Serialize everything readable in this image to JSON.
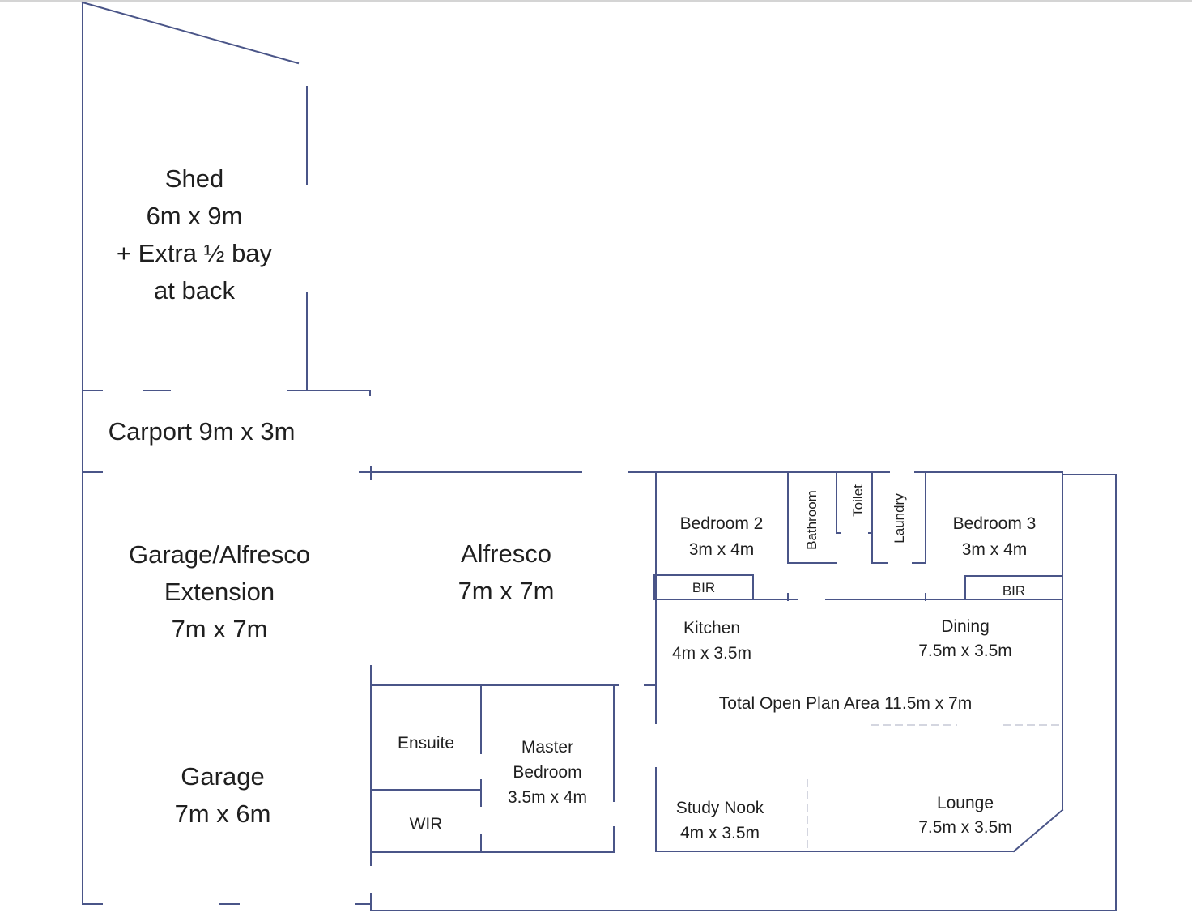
{
  "diagram": {
    "title": "Floor Plan",
    "line_color": "#4a5588",
    "rooms": {
      "shed": {
        "name": "Shed",
        "size": "6m x 9m",
        "note1": "+ Extra ½ bay",
        "note2": "at back"
      },
      "carport": {
        "label": "Carport 9m x 3m"
      },
      "garage_alfresco_ext": {
        "name1": "Garage/Alfresco",
        "name2": "Extension",
        "size": "7m x 7m"
      },
      "garage": {
        "name": "Garage",
        "size": "7m x 6m"
      },
      "alfresco": {
        "name": "Alfresco",
        "size": "7m x 7m"
      },
      "ensuite": {
        "name": "Ensuite"
      },
      "wir": {
        "name": "WIR"
      },
      "master_bedroom": {
        "name1": "Master",
        "name2": "Bedroom",
        "size": "3.5m x 4m"
      },
      "bedroom2": {
        "name": "Bedroom 2",
        "size": "3m x 4m"
      },
      "bir_left": {
        "name": "BIR"
      },
      "bathroom": {
        "name": "Bathroom"
      },
      "toilet": {
        "name": "Toilet"
      },
      "laundry": {
        "name": "Laundry"
      },
      "bedroom3": {
        "name": "Bedroom 3",
        "size": "3m x 4m"
      },
      "bir_right": {
        "name": "BIR"
      },
      "kitchen": {
        "name": "Kitchen",
        "size": "4m x 3.5m"
      },
      "dining": {
        "name": "Dining",
        "size": "7.5m x 3.5m"
      },
      "open_plan": {
        "label": "Total Open Plan Area 11.5m x 7m"
      },
      "study_nook": {
        "name": "Study Nook",
        "size": "4m x 3.5m"
      },
      "lounge": {
        "name": "Lounge",
        "size": "7.5m x 3.5m"
      }
    }
  }
}
